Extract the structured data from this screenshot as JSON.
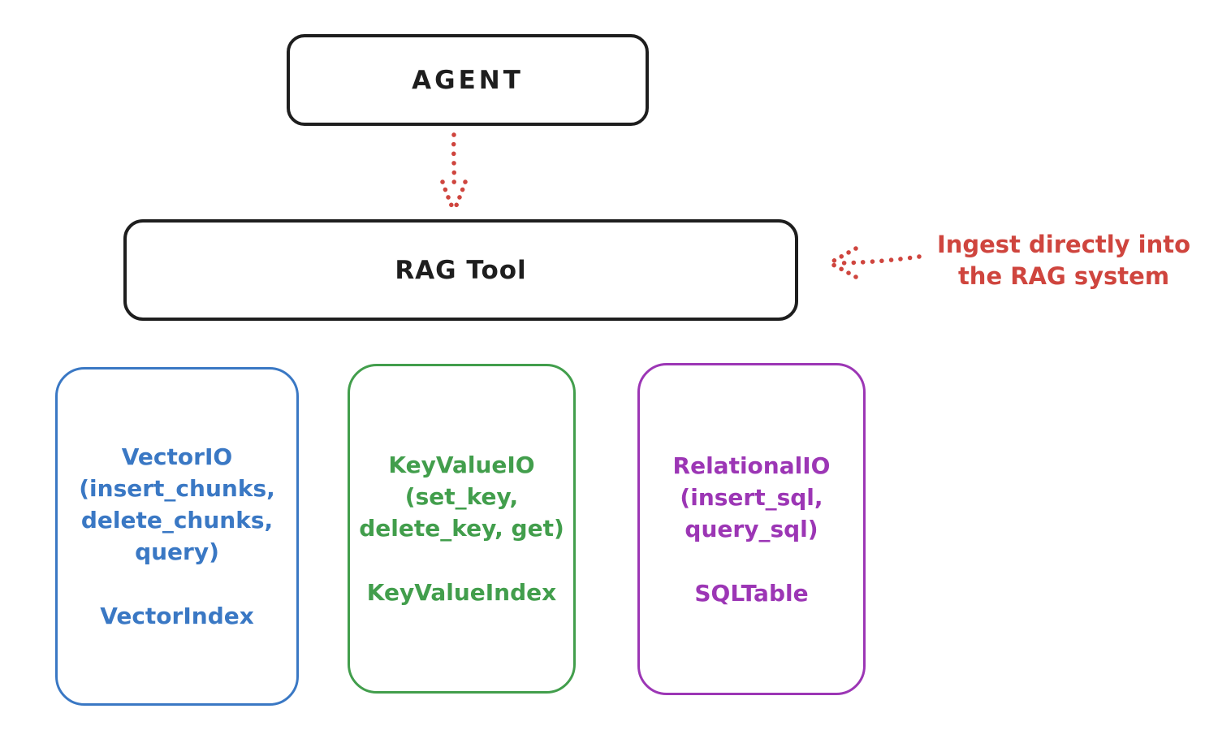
{
  "diagram": {
    "background": "#ffffff",
    "agent_box": {
      "label": "AGENT",
      "stroke": "#1e1e1e"
    },
    "rag_tool_box": {
      "label": "RAG Tool",
      "stroke": "#1e1e1e"
    },
    "annotation": {
      "line1": "Ingest directly into",
      "line2": "the RAG system",
      "color": "#cf453e"
    },
    "arrows": {
      "agent_to_rag": {
        "style": "dotted",
        "direction": "down",
        "color": "#cf453e"
      },
      "annotation_to_rag": {
        "style": "dotted",
        "direction": "left",
        "color": "#cf453e"
      }
    },
    "io_boxes": [
      {
        "name": "VectorIO",
        "color": "#3a78c4",
        "lines": [
          "VectorIO",
          "(insert_chunks,",
          "delete_chunks,",
          "query)"
        ],
        "index_label": "VectorIndex"
      },
      {
        "name": "KeyValueIO",
        "color": "#429e4c",
        "lines": [
          "KeyValueIO",
          "(set_key,",
          "delete_key, get)"
        ],
        "index_label": "KeyValueIndex"
      },
      {
        "name": "RelationalIO",
        "color": "#9c36b5",
        "lines": [
          "RelationalIO",
          "(insert_sql,",
          "query_sql)"
        ],
        "index_label": "SQLTable"
      }
    ]
  }
}
